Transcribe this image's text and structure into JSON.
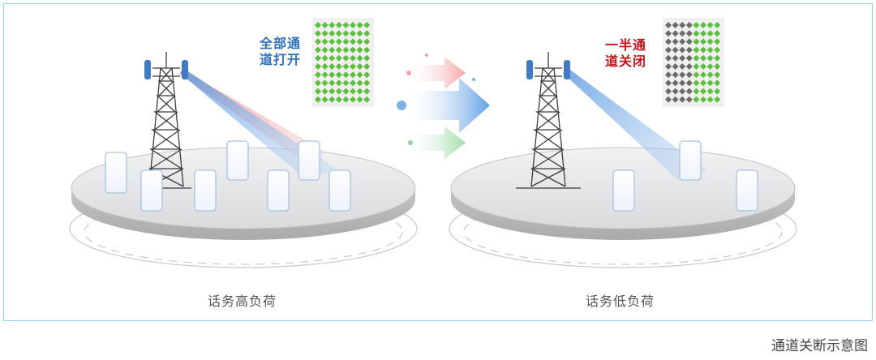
{
  "left_panel": {
    "status": "全部通道打开",
    "status_lines": [
      "全部通",
      "道打开"
    ],
    "load_label": "话务高负荷",
    "channels_on_ratio": 1.0,
    "status_color": "#2f6fbf"
  },
  "right_panel": {
    "status": "一半通道关闭",
    "status_lines": [
      "一半通",
      "道关闭"
    ],
    "load_label": "话务低负荷",
    "channels_on_ratio": 0.5,
    "status_color": "#c0141b"
  },
  "caption": "通道关断示意图",
  "colors": {
    "channel_on": "#5cbf3e",
    "channel_off": "#6b6b6b",
    "beam_blue": "#7fb0e6",
    "beam_red": "#f2a5a5",
    "beam_green": "#8fd49a",
    "frame": "#8fd3ea"
  }
}
